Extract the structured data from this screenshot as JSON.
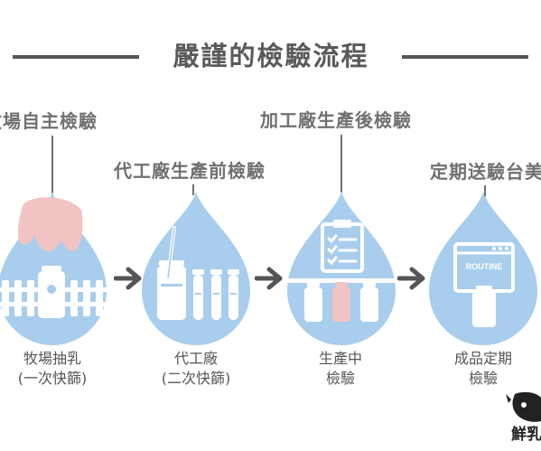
{
  "title": "嚴謹的檢驗流程",
  "stages": [
    {
      "label": "牧場自主檢驗",
      "caption_line1": "牧場抽乳",
      "caption_line2": "(一次快篩)"
    },
    {
      "label": "代工廠生產前檢驗",
      "caption_line1": "代工廠",
      "caption_line2": "(二次快篩)"
    },
    {
      "label": "加工廠生產後檢驗",
      "caption_line1": "生產中",
      "caption_line2": "檢驗"
    },
    {
      "label": "定期送驗台美",
      "caption_line1": "成品定期",
      "caption_line2": "檢驗",
      "screen_text": "ROUTINE"
    }
  ],
  "logo_text": "鮮乳",
  "colors": {
    "drop_fill": "#a9cdec",
    "icon_white": "#ffffff",
    "pink": "#f2c3c3",
    "arrow": "#555555",
    "text": "#5a5a5a"
  }
}
